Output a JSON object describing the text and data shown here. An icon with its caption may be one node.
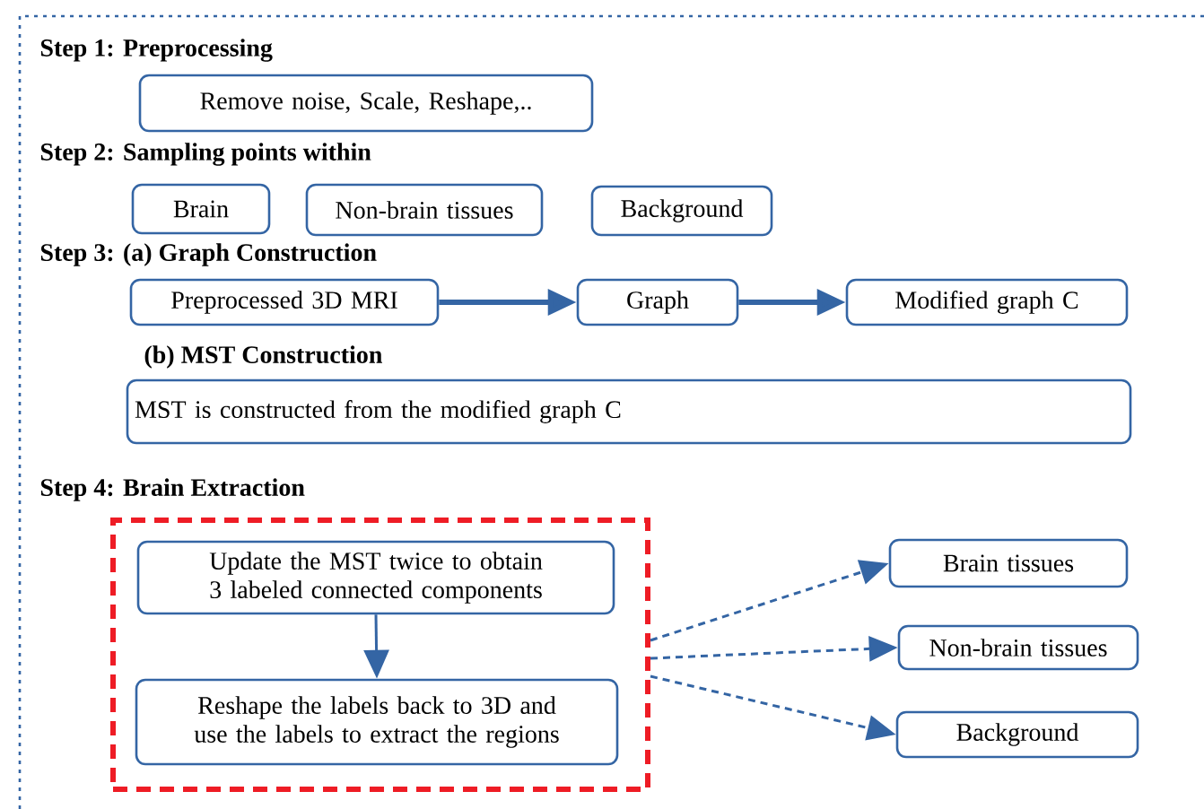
{
  "diagram": {
    "nodes": [
      {
        "text": [
          "Remove noise, Scale, Reshape,.."
        ]
      },
      {
        "text": [
          "Brain"
        ]
      },
      {
        "text": [
          "Non-brain tissues"
        ]
      },
      {
        "text": [
          "Background"
        ]
      },
      {
        "text": [
          "Preprocessed 3D MRI"
        ]
      },
      {
        "text": [
          "Graph"
        ]
      },
      {
        "text": [
          "Modified graph C"
        ]
      },
      {
        "text": [
          "MST is constructed from the modified graph C"
        ]
      },
      {
        "text": [],
        "shape": "box"
      },
      {
        "text": [
          "Update the MST twice to obtain 3 labeled connected components"
        ],
        "in": 8
      },
      {
        "text": [
          "Reshape the labels back to 3D and use the labels to extract the regions"
        ],
        "in": 8
      },
      {
        "text": [
          "Brain tissues"
        ]
      },
      {
        "text": [
          "Non-brain tissues"
        ]
      },
      {
        "text": [
          "Background"
        ]
      }
    ],
    "edges": [
      {
        "from": 4,
        "to": 5,
        "arrow": "to",
        "style": "thick"
      },
      {
        "from": 5,
        "to": 6,
        "arrow": "to",
        "style": "thick"
      },
      {
        "from": 9,
        "to": 10,
        "arrow": "to"
      },
      {
        "from": 8,
        "to": 11,
        "arrow": "to",
        "style": "dashed"
      },
      {
        "from": 8,
        "to": 12,
        "arrow": "to",
        "style": "dashed"
      },
      {
        "from": 8,
        "to": 13,
        "arrow": "to",
        "style": "dashed"
      }
    ],
    "labels": [
      "Step 1: Preprocessing",
      "Step 2: Sampling points within",
      "Step 3: (a) Graph Construction",
      "(b) MST Construction",
      "Step 4: Brain Extraction"
    ]
  }
}
